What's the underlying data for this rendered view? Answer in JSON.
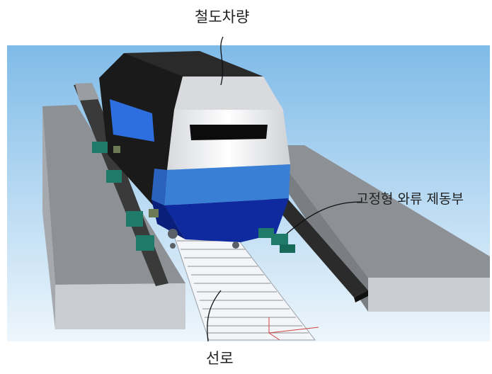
{
  "labels": {
    "vehicle": "철도차량",
    "brake": "고정형 와류 제동부",
    "track": "선로"
  },
  "colors": {
    "sky_top": "#7fbbe8",
    "sky_bottom": "#e9f4fc",
    "platform_top": "#8d9094",
    "platform_side": "#c9cdd2",
    "train_black": "#1a1a1a",
    "train_white": "#f2f3f5",
    "train_light_blue": "#3a7fd6",
    "train_dark_blue": "#0f2a9e",
    "rail_beam": "#2b2b2b",
    "brake_unit": "#1f7a6a"
  }
}
